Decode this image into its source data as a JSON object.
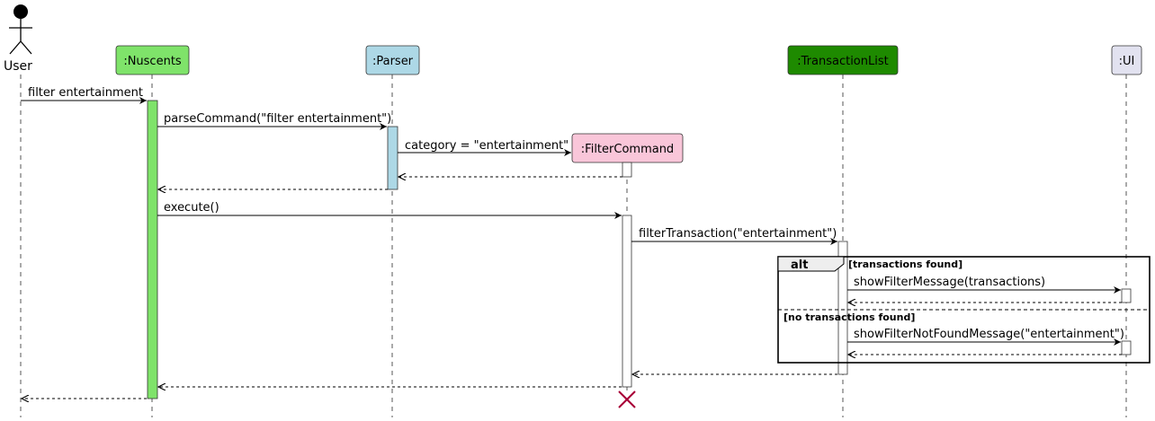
{
  "actor": {
    "name": "User"
  },
  "participants": [
    {
      "id": "nuscents",
      "label": ":Nuscents",
      "color": "#7fe36a",
      "text_color": "#000000"
    },
    {
      "id": "parser",
      "label": ":Parser",
      "color": "#add8e6",
      "text_color": "#000000"
    },
    {
      "id": "filtercommand",
      "label": ":FilterCommand",
      "color": "#f9c6d9",
      "text_color": "#000000"
    },
    {
      "id": "transactionlist",
      "label": ":TransactionList",
      "color": "#1e8a00",
      "text_color": "#ffffff"
    },
    {
      "id": "ui",
      "label": ":UI",
      "color": "#e2e2f0",
      "text_color": "#000000"
    }
  ],
  "messages": [
    {
      "id": "m1",
      "label": "filter entertainment"
    },
    {
      "id": "m2",
      "label": "parseCommand(\"filter entertainment\")"
    },
    {
      "id": "m3",
      "label": "category = \"entertainment\""
    },
    {
      "id": "m4",
      "label": "execute()"
    },
    {
      "id": "m5",
      "label": "filterTransaction(\"entertainment\")"
    },
    {
      "id": "m6",
      "label": "showFilterMessage(transactions)"
    },
    {
      "id": "m7",
      "label": "showFilterNotFoundMessage(\"entertainment\")"
    }
  ],
  "alt_fragment": {
    "keyword": "alt",
    "guard1": "[transactions found]",
    "guard2": "[no transactions found]"
  },
  "colors": {
    "destroy": "#a80036",
    "activation_default": "#ffffff"
  }
}
